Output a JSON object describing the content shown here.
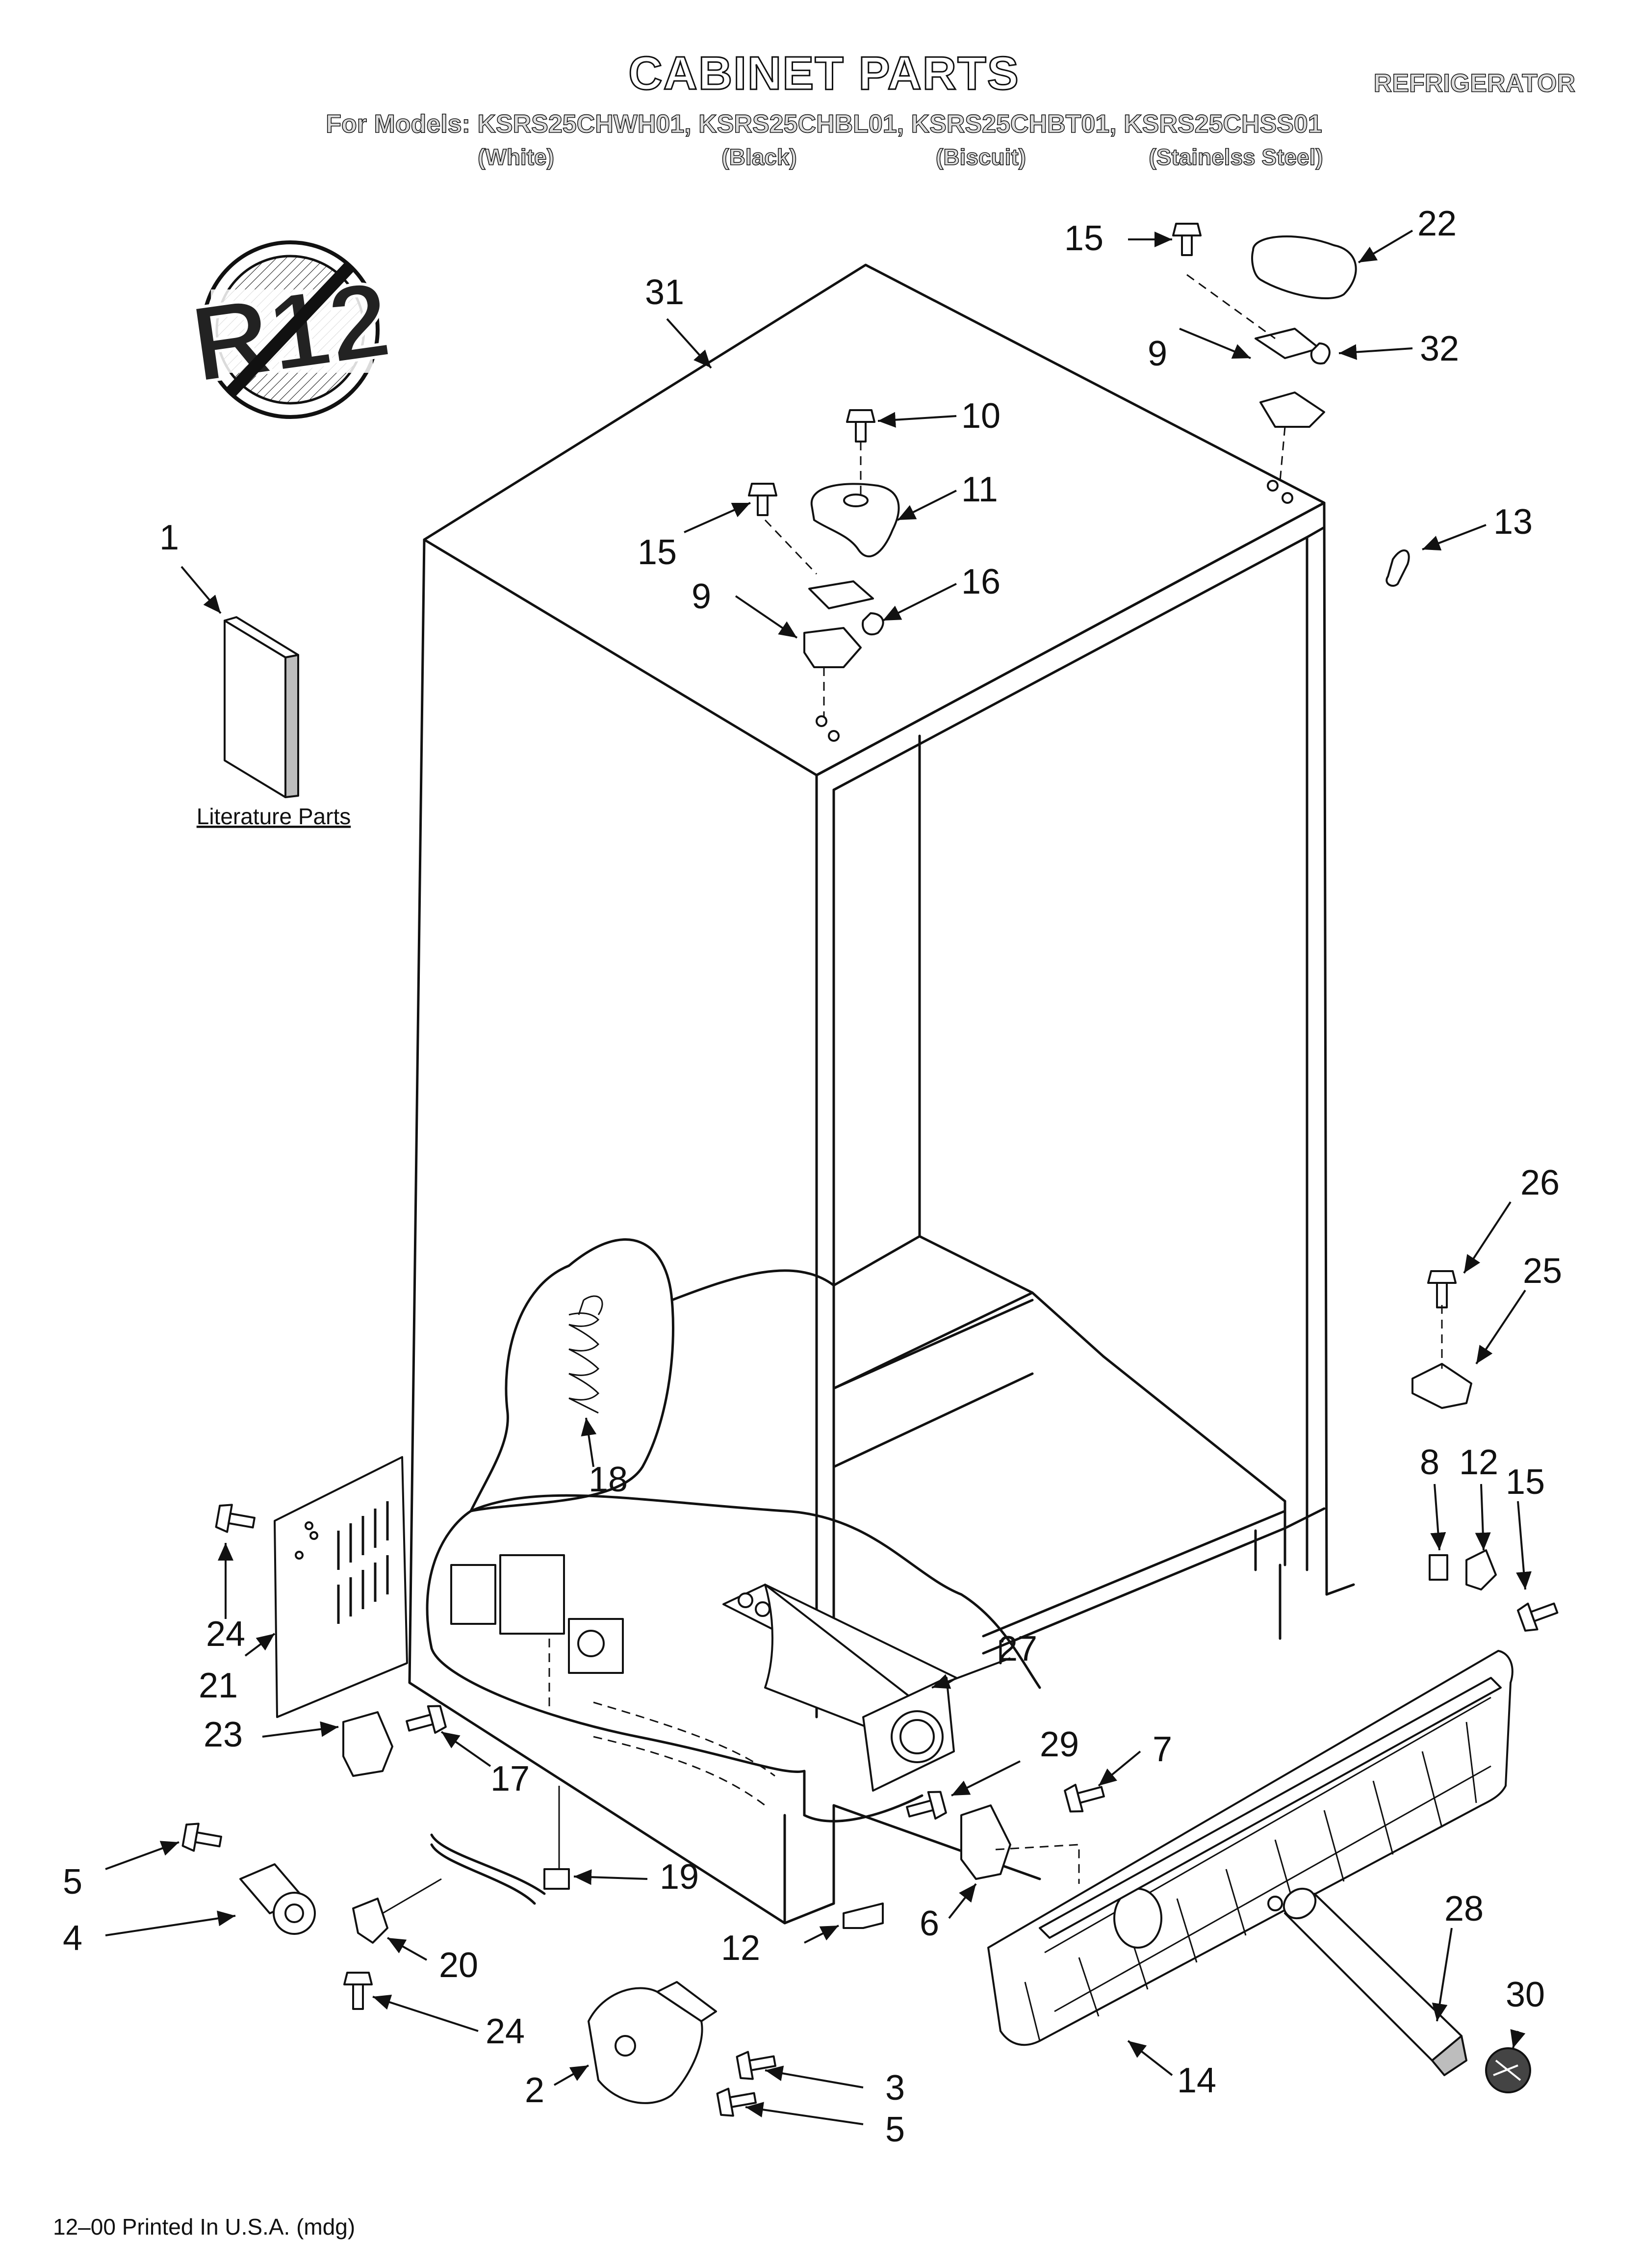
{
  "header": {
    "title": "CABINET PARTS",
    "category": "REFRIGERATOR",
    "models_line": "For Models: KSRS25CHWH01, KSRS25CHBL01, KSRS25CHBT01, KSRS25CHSS01",
    "colors": [
      "(White)",
      "(Black)",
      "(Biscuit)",
      "(Stainelss Steel)"
    ]
  },
  "badge": {
    "text": "R12"
  },
  "literature": {
    "label": "Literature Parts"
  },
  "footer": {
    "print_note": "12–00 Printed In U.S.A. (mdg)"
  },
  "callouts": [
    "31",
    "15",
    "22",
    "9",
    "32",
    "10",
    "11",
    "15",
    "16",
    "9",
    "13",
    "1",
    "26",
    "25",
    "8",
    "12",
    "15",
    "18",
    "24",
    "21",
    "27",
    "23",
    "17",
    "29",
    "7",
    "5",
    "4",
    "19",
    "20",
    "12",
    "6",
    "28",
    "30",
    "2",
    "3",
    "24",
    "14",
    "5"
  ],
  "icons": [
    "no-r12-refrigerant-symbol"
  ],
  "accent_colors": {
    "ink": "#111111",
    "paper": "#ffffff",
    "fill_gray": "#bdbdbd"
  }
}
